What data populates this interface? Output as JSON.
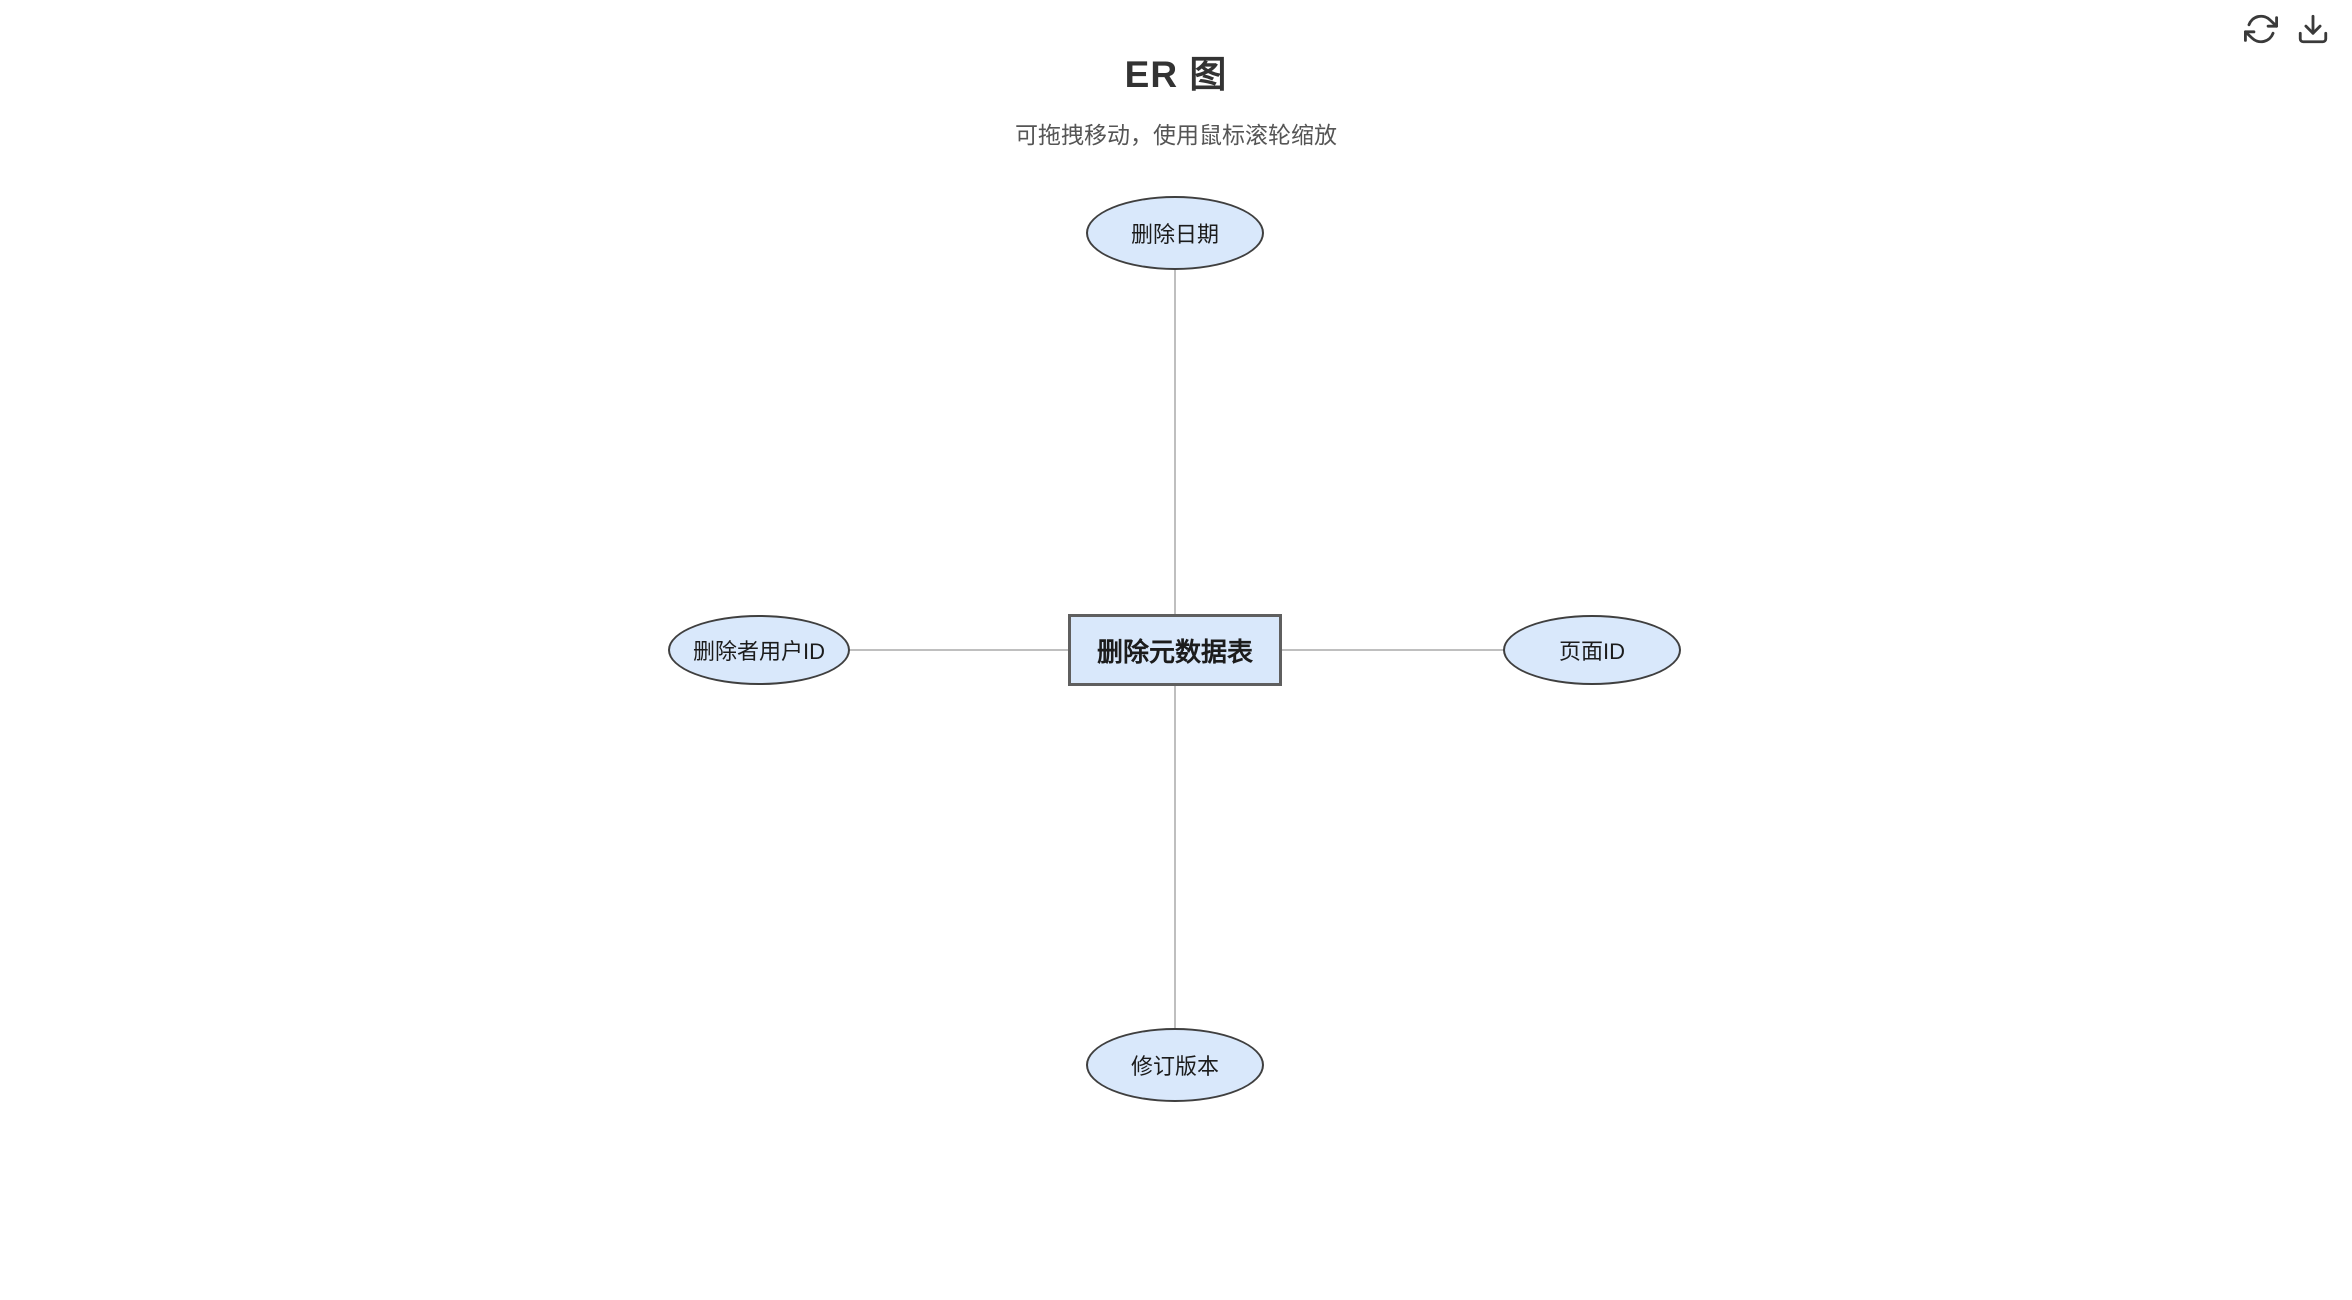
{
  "header": {
    "title": "ER 图",
    "subtitle": "可拖拽移动，使用鼠标滚轮缩放"
  },
  "toolbar": {
    "refresh_icon": "refresh-icon",
    "download_icon": "download-icon"
  },
  "diagram": {
    "entity": {
      "label": "删除元数据表"
    },
    "attributes": [
      {
        "position": "top",
        "label": "删除日期"
      },
      {
        "position": "left",
        "label": "删除者用户ID"
      },
      {
        "position": "right",
        "label": "页面ID"
      },
      {
        "position": "bottom",
        "label": "修订版本"
      }
    ],
    "colors": {
      "node_fill": "#d9e8fb",
      "node_border": "#3f3f3f",
      "entity_border": "#5f5f5f",
      "edge": "#bfbfbf"
    }
  }
}
